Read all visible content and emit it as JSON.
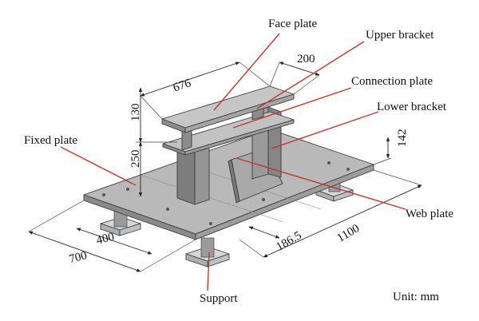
{
  "labels": {
    "face_plate": "Face plate",
    "upper_bracket": "Upper bracket",
    "connection_plate": "Connection plate",
    "lower_bracket": "Lower bracket",
    "fixed_plate": "Fixed plate",
    "web_plate": "Web plate",
    "support": "Support",
    "unit": "Unit: mm"
  },
  "dimensions": {
    "d676": "676",
    "d200": "200",
    "d130": "130",
    "d250": "250",
    "d142": "142",
    "d400": "400",
    "d700": "700",
    "d186_5": "186.5",
    "d1100": "1100"
  },
  "colors": {
    "plate_top": "#b8b8b8",
    "plate_side": "#8e8e8e",
    "plate_dark": "#6f6f6f",
    "leader": "#c0392b",
    "support_pad": "#cfd3d6"
  }
}
